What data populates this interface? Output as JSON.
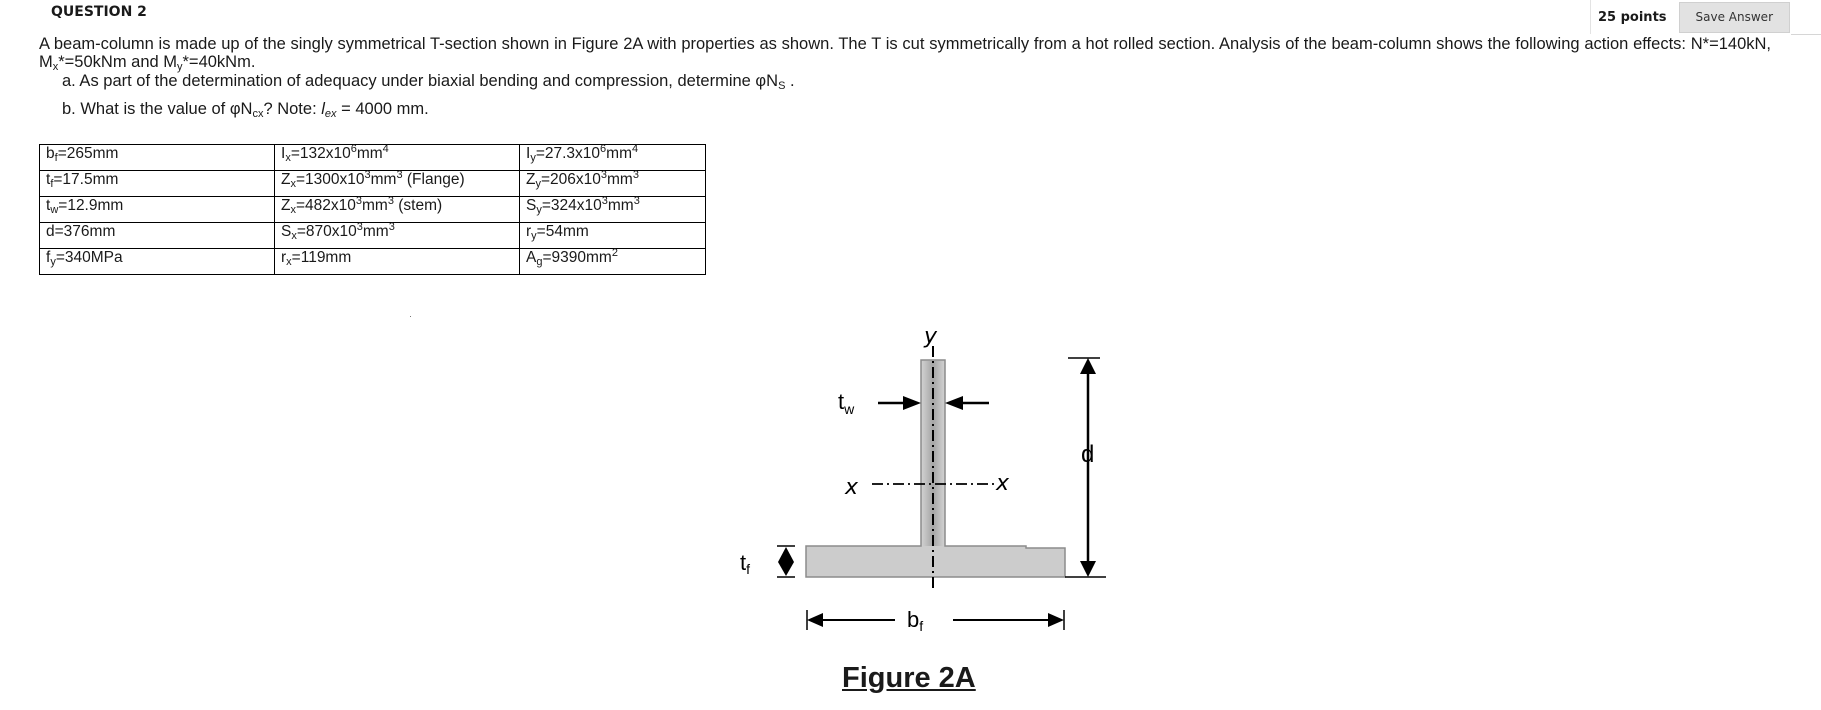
{
  "header": {
    "question_title": "QUESTION 2",
    "points": "25 points",
    "save_label": "Save Answer"
  },
  "question": {
    "statement_line1": "A beam-column is made up of the singly symmetrical T-section shown in Figure 2A with properties as shown. The T is cut symmetrically from a hot rolled section. Analysis of the beam-column shows the following action effects: N*=140kN,",
    "statement_line2": {
      "M": "M",
      "x_sub": "x",
      "mx_value": "*=50kNm and M",
      "y_sub": "y",
      "my_value": "*=40kNm."
    },
    "part_a": {
      "text": "a. As part of the determination of adequacy under biaxial bending and compression, determine φN",
      "sub": "S",
      "end": " ."
    },
    "part_b": {
      "text": "b. What is the value of φN",
      "sub": "cx",
      "mid": "? Note: ",
      "l": "l",
      "l_sub": "ex",
      "end": " = 4000 mm."
    }
  },
  "properties": {
    "rows": [
      [
        {
          "main": "b",
          "sub": "f",
          "rest": "=265mm"
        },
        {
          "main": "I",
          "sub": "x",
          "rest": "=132x10",
          "sup": "6",
          "tail": "mm",
          "sup2": "4"
        },
        {
          "main": "I",
          "sub": "y",
          "rest": "=27.3x10",
          "sup": "6",
          "tail": "mm",
          "sup2": "4"
        }
      ],
      [
        {
          "main": "t",
          "sub": "f",
          "rest": "=17.5mm"
        },
        {
          "main": "Z",
          "sub": "x",
          "rest": "=1300x10",
          "sup": "3",
          "tail": "mm",
          "sup2": "3",
          "note": " (Flange)"
        },
        {
          "main": "Z",
          "sub": "y",
          "rest": "=206x10",
          "sup": "3",
          "tail": "mm",
          "sup2": "3"
        }
      ],
      [
        {
          "main": "t",
          "sub": "w",
          "rest": "=12.9mm"
        },
        {
          "main": "Z",
          "sub": "x",
          "rest": "=482x10",
          "sup": "3",
          "tail": "mm",
          "sup2": "3",
          "note": " (stem)"
        },
        {
          "main": "S",
          "sub": "y",
          "rest": "=324x10",
          "sup": "3",
          "tail": "mm",
          "sup2": "3"
        }
      ],
      [
        {
          "main": "d",
          "rest": "=376mm"
        },
        {
          "main": "S",
          "sub": "x",
          "rest": "=870x10",
          "sup": "3",
          "tail": "mm",
          "sup2": "3"
        },
        {
          "main": "r",
          "sub": "y",
          "rest": "=54mm"
        }
      ],
      [
        {
          "main": "f",
          "sub": "y",
          "rest": "=340MPa"
        },
        {
          "main": "r",
          "sub": "x",
          "rest": "=119mm"
        },
        {
          "main": "A",
          "sub": "g",
          "rest": "=9390mm",
          "sup": "2"
        }
      ]
    ]
  },
  "figure": {
    "label_y": "y",
    "label_x_left": "x",
    "label_x_right": "x",
    "label_tw": "t",
    "label_tw_sub": "w",
    "label_d": "d",
    "label_tf": "t",
    "label_tf_sub": "f",
    "label_bf": "b",
    "label_bf_sub": "f",
    "title": "Figure 2A",
    "colors": {
      "section_fill": "#cccccc",
      "web_center": "#a9a9a9",
      "outline": "#8c8c8c",
      "lines": "#000000"
    }
  }
}
